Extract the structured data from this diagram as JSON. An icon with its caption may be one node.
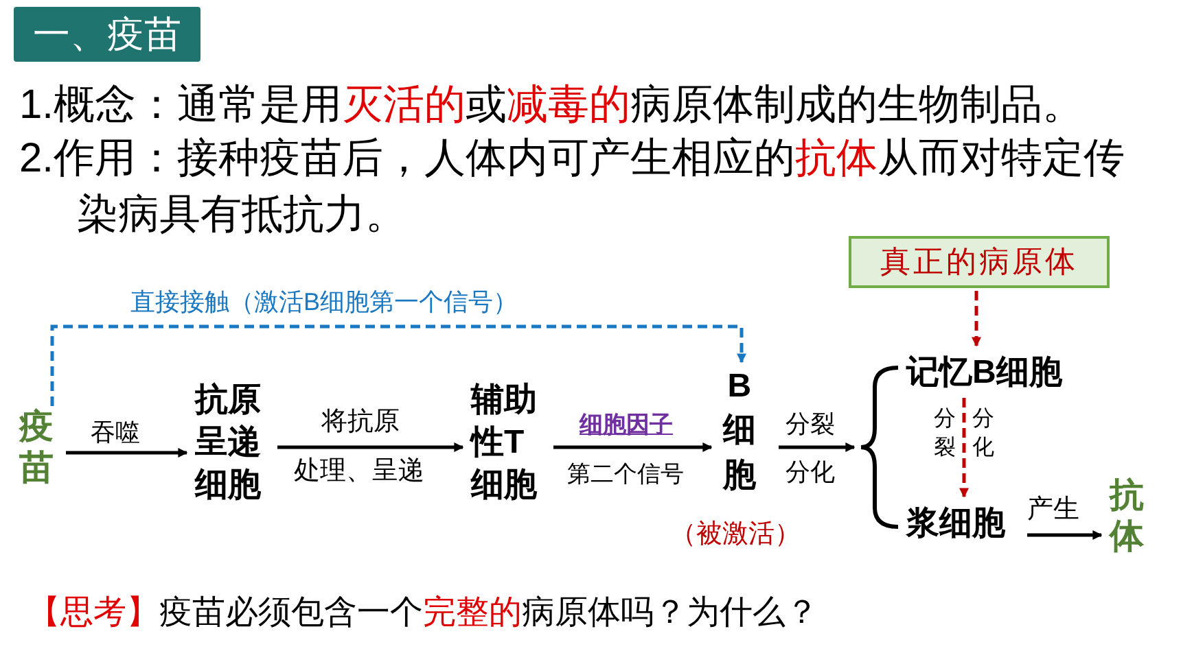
{
  "diagram": {
    "title": "一、疫苗",
    "nodes": [
      {
        "text": [
          "疫苗"
        ]
      },
      {
        "text": [
          "抗原呈递细胞"
        ]
      },
      {
        "text": [
          "辅助性T细胞"
        ]
      },
      {
        "text": [
          "B细胞"
        ],
        "beside": [
          "（被激活）"
        ]
      },
      {
        "text": [
          "真正的病原体"
        ]
      },
      {
        "text": [
          "记忆B细胞"
        ]
      },
      {
        "text": [
          "浆细胞"
        ]
      },
      {
        "text": [
          "抗体"
        ]
      }
    ],
    "edges": [
      {
        "from": 0,
        "to": 1,
        "arrow": "to",
        "label": "吞噬"
      },
      {
        "from": 1,
        "to": 2,
        "arrow": "to",
        "label": "将抗原"
      },
      {
        "from": 2,
        "to": 3,
        "arrow": "to",
        "label": "细胞因子"
      },
      {
        "from": 3,
        "to": 5,
        "arrow": "none",
        "label": "分裂"
      },
      {
        "from": 3,
        "to": 6,
        "arrow": "none"
      },
      {
        "from": 0,
        "to": 3,
        "arrow": "to",
        "style": "dashed",
        "color": "#1a78c2",
        "label": "直接接触（激活B细胞第一个信号）"
      },
      {
        "from": 4,
        "to": 5,
        "arrow": "to",
        "style": "dashed",
        "color": "#c00000"
      },
      {
        "from": 5,
        "to": 6,
        "arrow": "to",
        "style": "dashed",
        "color": "#c00000"
      },
      {
        "from": 6,
        "to": 7,
        "arrow": "to",
        "label": "产生"
      }
    ],
    "labels": [
      "1.概念：通常是用**灭活的**或**减毒的**病原体制成的生物制品。",
      "2.作用：接种疫苗后，人体内可产生相应的**抗体**从而对特定传染病具有抵抗力。",
      "处理、呈递",
      "第二个信号",
      "分化",
      "分裂",
      "分化",
      "**【思考】**疫苗必须包含一个**完整的**病原体吗？为什么？"
    ]
  }
}
